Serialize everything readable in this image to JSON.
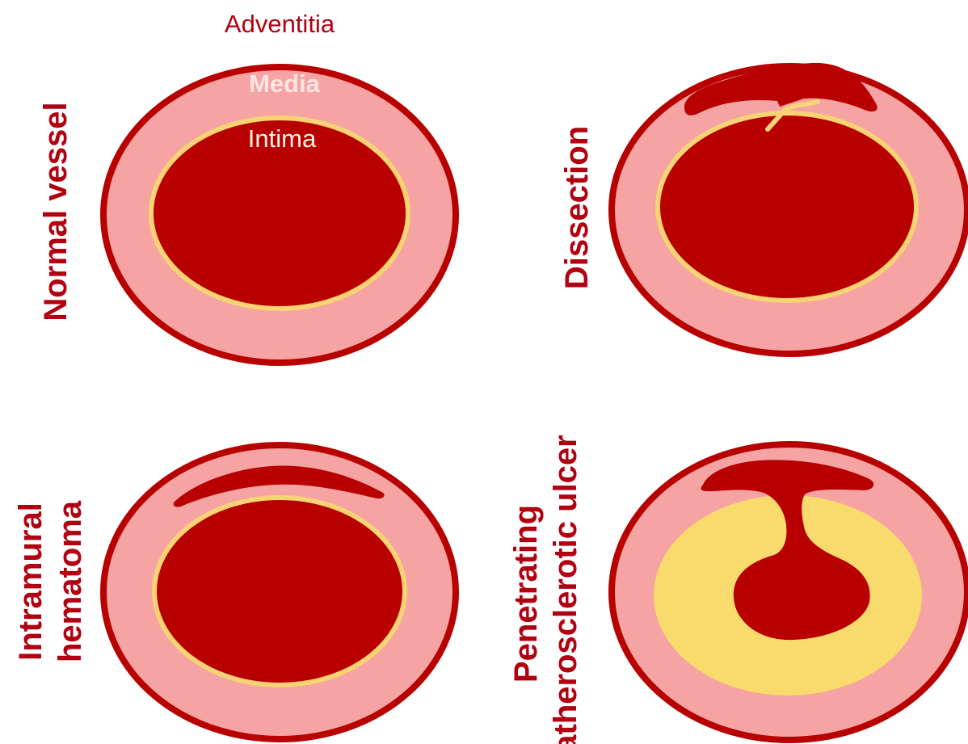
{
  "colors": {
    "blood": "#b80000",
    "wall": "#f5a3a3",
    "intima": "#f7d374",
    "plaque": "#f9da6c",
    "label": "#b10010",
    "media_text": "#fde5e2",
    "intima_text": "#fff6e4"
  },
  "labels": {
    "adventitia": "Adventitia",
    "media": "Media",
    "intima": "Intima"
  },
  "panels": {
    "normal": {
      "title": "Normal vessel"
    },
    "dissection": {
      "title": "Dissection"
    },
    "imh": {
      "title_line1": "Intramural",
      "title_line2": "hematoma"
    },
    "pau": {
      "title_line1": "Penetrating",
      "title_line2": "atherosclerotic ulcer"
    }
  }
}
